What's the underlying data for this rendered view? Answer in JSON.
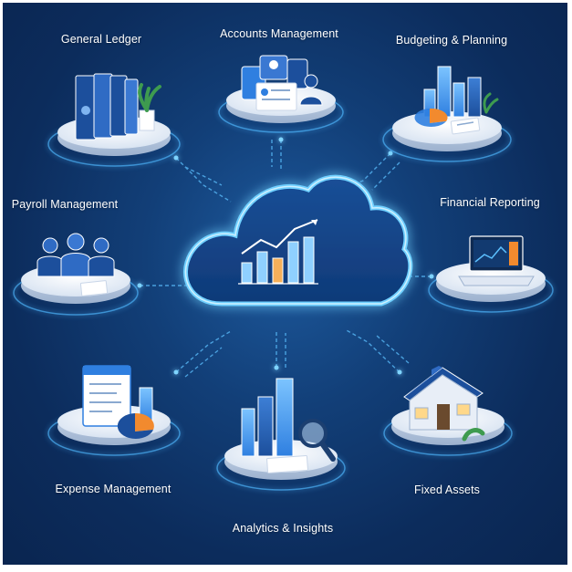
{
  "modules": {
    "general_ledger": "General Ledger",
    "accounts_management": "Accounts Management",
    "budgeting_planning": "Budgeting & Planning",
    "payroll_management": "Payroll Management",
    "financial_reporting": "Financial Reporting",
    "expense_management": "Expense Management",
    "analytics_insights": "Analytics & Insights",
    "fixed_assets": "Fixed Assets"
  },
  "icons": {
    "center": "cloud-chart-icon",
    "general_ledger": "binders-plant-icon",
    "accounts_management": "user-profiles-icon",
    "budgeting_planning": "bar-pie-chart-icon",
    "payroll_management": "employees-icon",
    "financial_reporting": "laptop-report-icon",
    "expense_management": "receipt-pie-icon",
    "analytics_insights": "bars-magnifier-icon",
    "fixed_assets": "house-icon"
  },
  "colors": {
    "background": "#123f78",
    "glow": "#45b4ff",
    "accent_blue": "#2f7fe0",
    "accent_orange": "#f28a2e",
    "platform": "#eef3fa"
  }
}
